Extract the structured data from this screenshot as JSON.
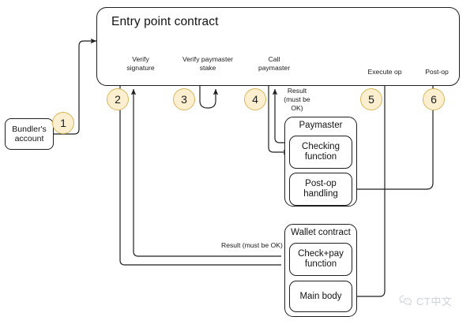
{
  "diagram": {
    "title_hidden": "",
    "entry_point": {
      "label": "Entry point contract",
      "steps": [
        {
          "id": "verify-signature",
          "label": "Verify\nsignature"
        },
        {
          "id": "verify-paymaster-stake",
          "label": "Verify paymaster\nstake"
        },
        {
          "id": "call-paymaster",
          "label": "Call\npaymaster"
        },
        {
          "id": "execute-op",
          "label": "Execute op"
        },
        {
          "id": "post-op",
          "label": "Post-op"
        }
      ]
    },
    "bundler": {
      "label": "Bundler's\naccount"
    },
    "paymaster": {
      "title": "Paymaster",
      "items": [
        {
          "id": "checking-function",
          "label": "Checking\nfunction"
        },
        {
          "id": "post-op-handling",
          "label": "Post-op\nhandling"
        }
      ]
    },
    "wallet": {
      "title": "Wallet contract",
      "items": [
        {
          "id": "check-pay-function",
          "label": "Check+pay\nfunction"
        },
        {
          "id": "main-body",
          "label": "Main body"
        }
      ]
    },
    "edge_labels": {
      "paymaster_result": "Result\n(must be\nOK)",
      "wallet_result": "Result (must be OK)"
    },
    "step_numbers": [
      {
        "n": "1"
      },
      {
        "n": "2"
      },
      {
        "n": "3"
      },
      {
        "n": "4"
      },
      {
        "n": "5"
      },
      {
        "n": "6"
      }
    ],
    "watermark": {
      "text": "CT中文",
      "icon": "wechat-icon"
    },
    "colors": {
      "circle_fill": "#fbefd0",
      "circle_stroke": "#d8b75a",
      "stroke": "#1f1f1f",
      "background": "#ffffff",
      "watermark": "#8f96a3"
    }
  }
}
